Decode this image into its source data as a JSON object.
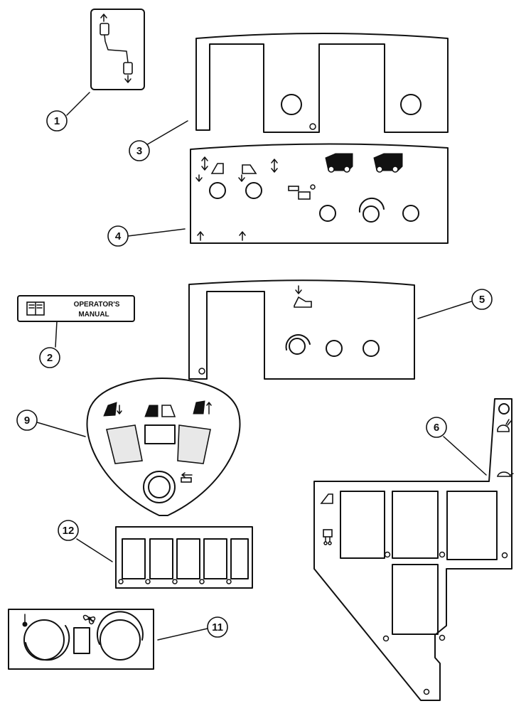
{
  "callouts": [
    "1",
    "2",
    "3",
    "4",
    "5",
    "6",
    "9",
    "11",
    "12"
  ],
  "manual_label": {
    "line1": "OPERATOR'S",
    "line2": "MANUAL"
  },
  "icons": {
    "book": "open-book-icon",
    "thermometer": "thermometer-icon",
    "fan": "fan-icon",
    "rabbit": "rabbit-icon",
    "turtle": "turtle-icon",
    "tractor": "tractor-icon",
    "loader": "loader-arm-icon"
  }
}
